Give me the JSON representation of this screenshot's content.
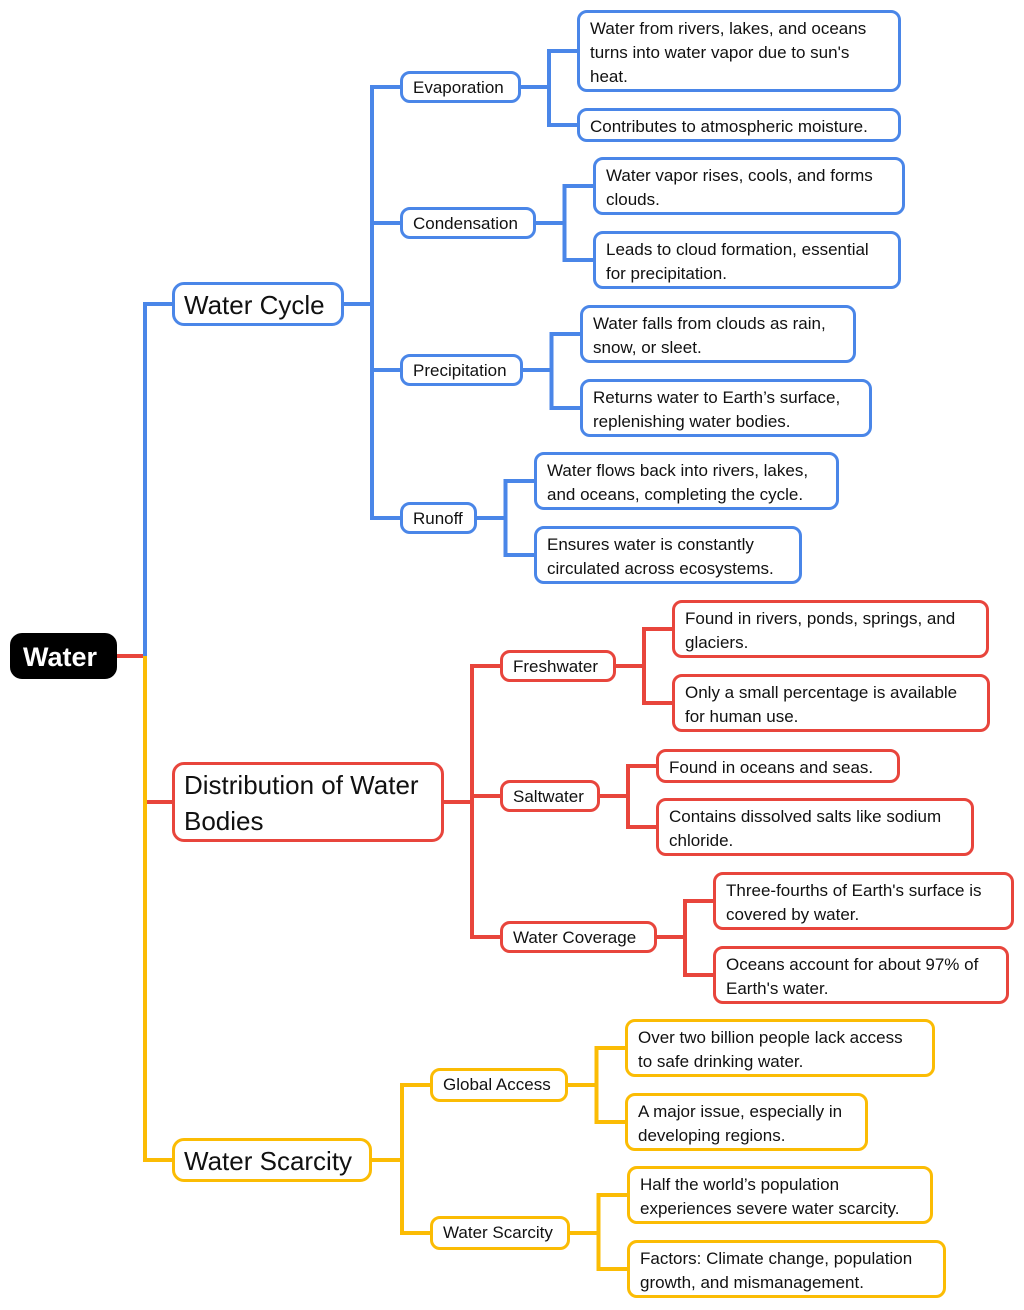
{
  "colors": {
    "blue": "#4a86e8",
    "red": "#e8453c",
    "yellow": "#fbbc04",
    "root": "#000000"
  },
  "root": {
    "label": "Water"
  },
  "branches": [
    {
      "label": "Water Cycle",
      "color": "blue",
      "children": [
        {
          "label": "Evaporation",
          "details": [
            "Water from rivers, lakes, and oceans\nturns into water vapor due to sun's\nheat.",
            "Contributes to atmospheric moisture."
          ]
        },
        {
          "label": "Condensation",
          "details": [
            "Water vapor rises, cools, and forms\nclouds.",
            "Leads to cloud formation, essential\nfor precipitation."
          ]
        },
        {
          "label": "Precipitation",
          "details": [
            "Water falls from clouds as rain,\nsnow, or sleet.",
            "Returns water to Earth’s surface,\nreplenishing water bodies."
          ]
        },
        {
          "label": "Runoff",
          "details": [
            "Water flows back into rivers, lakes,\nand oceans, completing the cycle.",
            "Ensures water is constantly\ncirculated across ecosystems."
          ]
        }
      ]
    },
    {
      "label": "Distribution of Water\nBodies",
      "color": "red",
      "children": [
        {
          "label": "Freshwater",
          "details": [
            "Found in rivers, ponds, springs, and\nglaciers.",
            "Only a small percentage is available\nfor human use."
          ]
        },
        {
          "label": "Saltwater",
          "details": [
            "Found in oceans and seas.",
            "Contains dissolved salts like sodium\nchloride."
          ]
        },
        {
          "label": "Water Coverage",
          "details": [
            "Three-fourths of Earth's surface is\ncovered by water.",
            "Oceans account for about 97% of\nEarth's water."
          ]
        }
      ]
    },
    {
      "label": "Water Scarcity",
      "color": "yellow",
      "children": [
        {
          "label": "Global Access",
          "details": [
            "Over two billion people lack access\nto safe drinking water.",
            "A major issue, especially in\ndeveloping regions."
          ]
        },
        {
          "label": "Water Scarcity",
          "details": [
            "Half the world’s population\nexperiences severe water scarcity.",
            "Factors: Climate change, population\ngrowth, and mismanagement."
          ]
        }
      ]
    }
  ]
}
